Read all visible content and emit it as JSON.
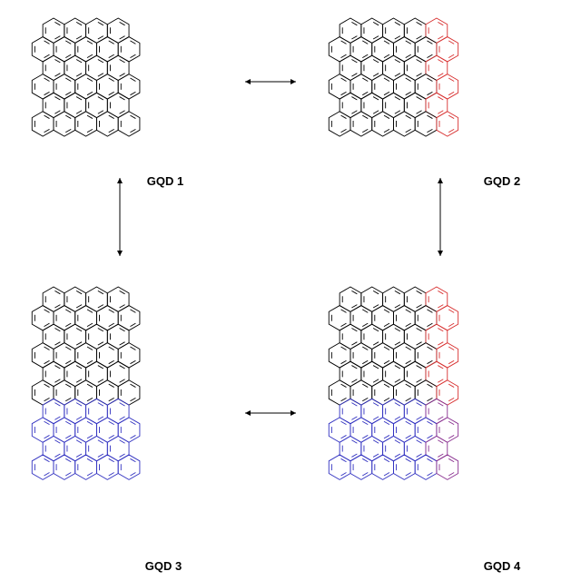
{
  "labels": {
    "gqd1": "GQD 1",
    "gqd2": "GQD 2",
    "gqd3": "GQD 3",
    "gqd4": "GQD 4"
  },
  "colors": {
    "base": "#000000",
    "extension_right": "#d83030",
    "extension_bottom": "#3030c0",
    "extension_corner": "#8a3090"
  },
  "structures": [
    {
      "id": "gqd1",
      "rows": 6,
      "extra_columns": 0,
      "extra_rows": 0
    },
    {
      "id": "gqd2",
      "rows": 6,
      "extra_columns": 1,
      "extra_rows": 0
    },
    {
      "id": "gqd3",
      "rows": 6,
      "extra_columns": 0,
      "extra_rows": 4
    },
    {
      "id": "gqd4",
      "rows": 6,
      "extra_columns": 1,
      "extra_rows": 4
    }
  ],
  "arrows": [
    {
      "from": "gqd1",
      "to": "gqd2",
      "type": "double-headed"
    },
    {
      "from": "gqd1",
      "to": "gqd3",
      "type": "double-headed"
    },
    {
      "from": "gqd2",
      "to": "gqd4",
      "type": "double-headed"
    },
    {
      "from": "gqd3",
      "to": "gqd4",
      "type": "double-headed"
    }
  ]
}
